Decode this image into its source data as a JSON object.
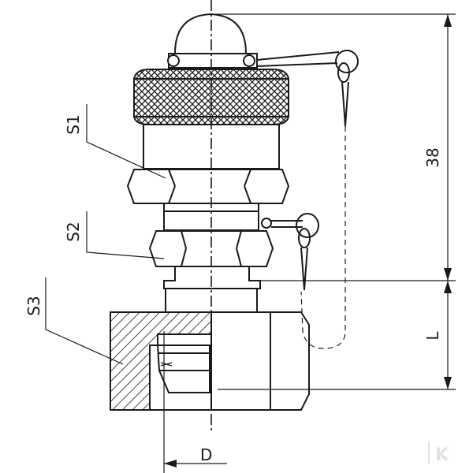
{
  "labels": {
    "s1": "S1",
    "s2": "S2",
    "s3": "S3",
    "dim_38": "38",
    "dim_l": "L",
    "dim_d": "D"
  },
  "watermark": "K",
  "colors": {
    "line": "#1a1a1a",
    "background": "#ffffff",
    "watermark": "#e2e2e2"
  }
}
